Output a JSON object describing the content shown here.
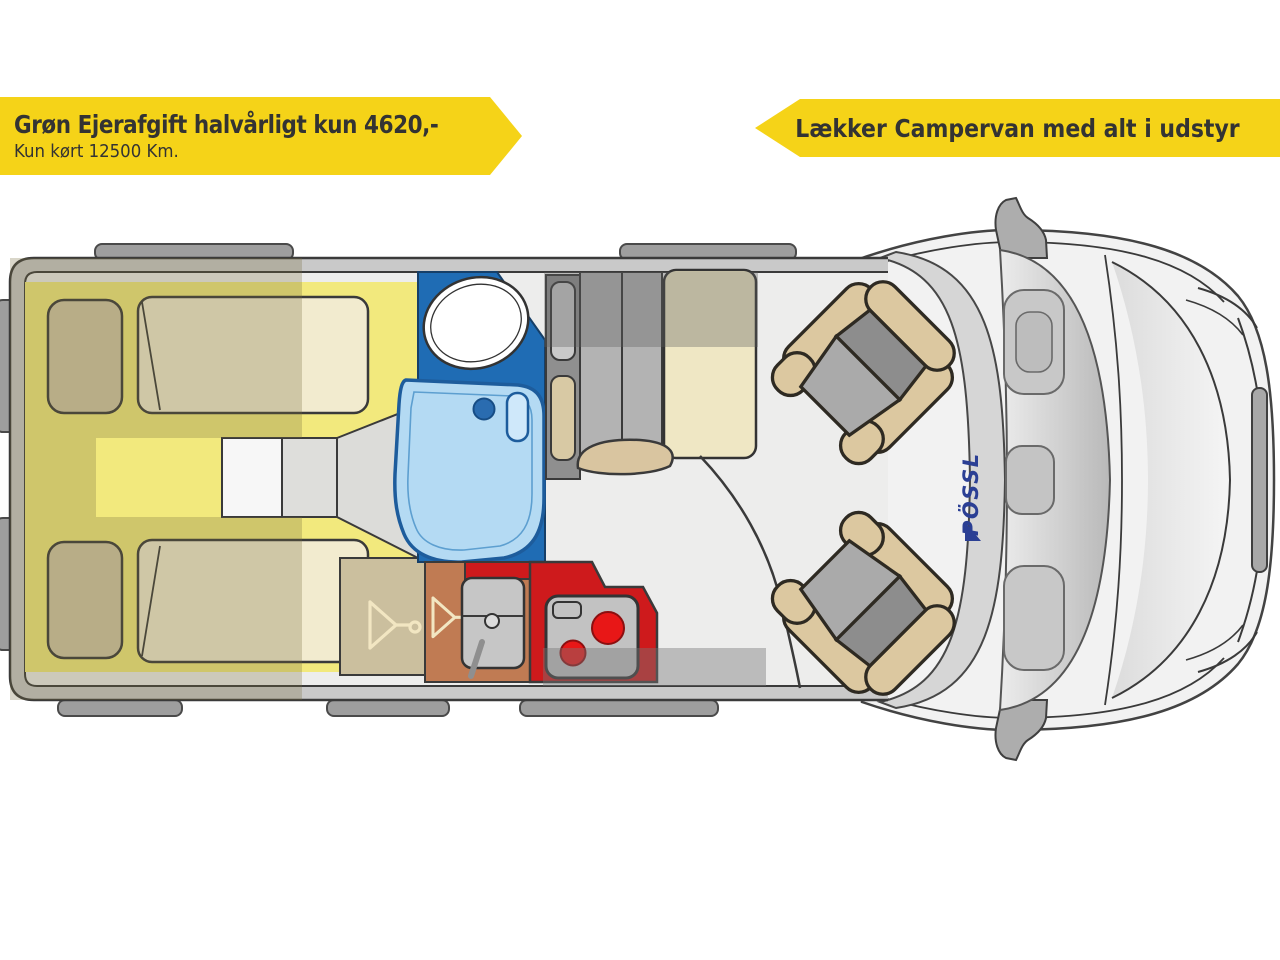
{
  "banners": {
    "left": {
      "line1": "Grøn Ejerafgift halvårligt kun 4620,-",
      "line2": "Kun kørt 12500 Km."
    },
    "right": {
      "line1": "Lækker Campervan med alt i udstyr"
    }
  },
  "floorplan": {
    "brand": "PÖSSL",
    "areas": {
      "rear": "twin single beds",
      "middle_top": "bathroom with shower tray and toilet",
      "middle": "wardrobe and dinette seat",
      "middle_bottom": "kitchen with sink and two-burner stove",
      "front": "driver cab with two swivel seats"
    },
    "colors": {
      "banner_yellow": "#F5D318",
      "banner_text": "#333333",
      "bed_yellow": "#F2E97D",
      "mattress_cream": "#F2EBCF",
      "pillow_tan": "#D2C6A4",
      "bathroom_blue": "#1F6CB4",
      "shower_light_blue": "#B4DAF3",
      "kitchen_red": "#CE1A1C",
      "burner_red": "#E81717",
      "counter_brown": "#C07B53",
      "seat_tan": "#DCC8A0",
      "wall_gray": "#C9C9C9",
      "floor_gray": "#EDEDEC",
      "brand_blue": "#2B3F94"
    }
  }
}
